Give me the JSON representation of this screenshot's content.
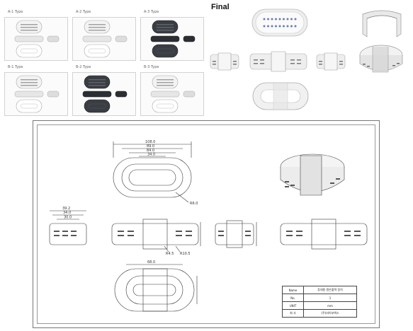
{
  "panels": [
    {
      "label": "A-1 Type",
      "dark": false,
      "mesh": "dots"
    },
    {
      "label": "A-2 Type",
      "dark": false,
      "mesh": "slots"
    },
    {
      "label": "A-3 Type",
      "dark": true,
      "mesh": "slots"
    },
    {
      "label": "B-1 Type",
      "dark": false,
      "mesh": "lines"
    },
    {
      "label": "B-2 Type",
      "dark": true,
      "mesh": "lines"
    },
    {
      "label": "B-3 Type",
      "dark": false,
      "mesh": "check"
    }
  ],
  "final": {
    "title": "Final"
  },
  "drawing": {
    "dimensions": {
      "overall_width": "108.0",
      "width_2": "89.0",
      "width_3": "84.0",
      "width_4": "34.0",
      "radius_top": "R6.0",
      "side_width_1": "39.2",
      "side_width_2": "34.0",
      "side_width_3": "30.0",
      "radius_mid": "R4.5",
      "radius_mid_2": "R10.5",
      "bottom_width": "68.0"
    },
    "title_block": [
      {
        "key": "Name",
        "value": "휴대용 원은출력 장치"
      },
      {
        "key": "No.",
        "value": "1"
      },
      {
        "key": "UNIT",
        "value": "mm"
      },
      {
        "key": "회 사",
        "value": "(주)비이보엑스"
      }
    ]
  }
}
